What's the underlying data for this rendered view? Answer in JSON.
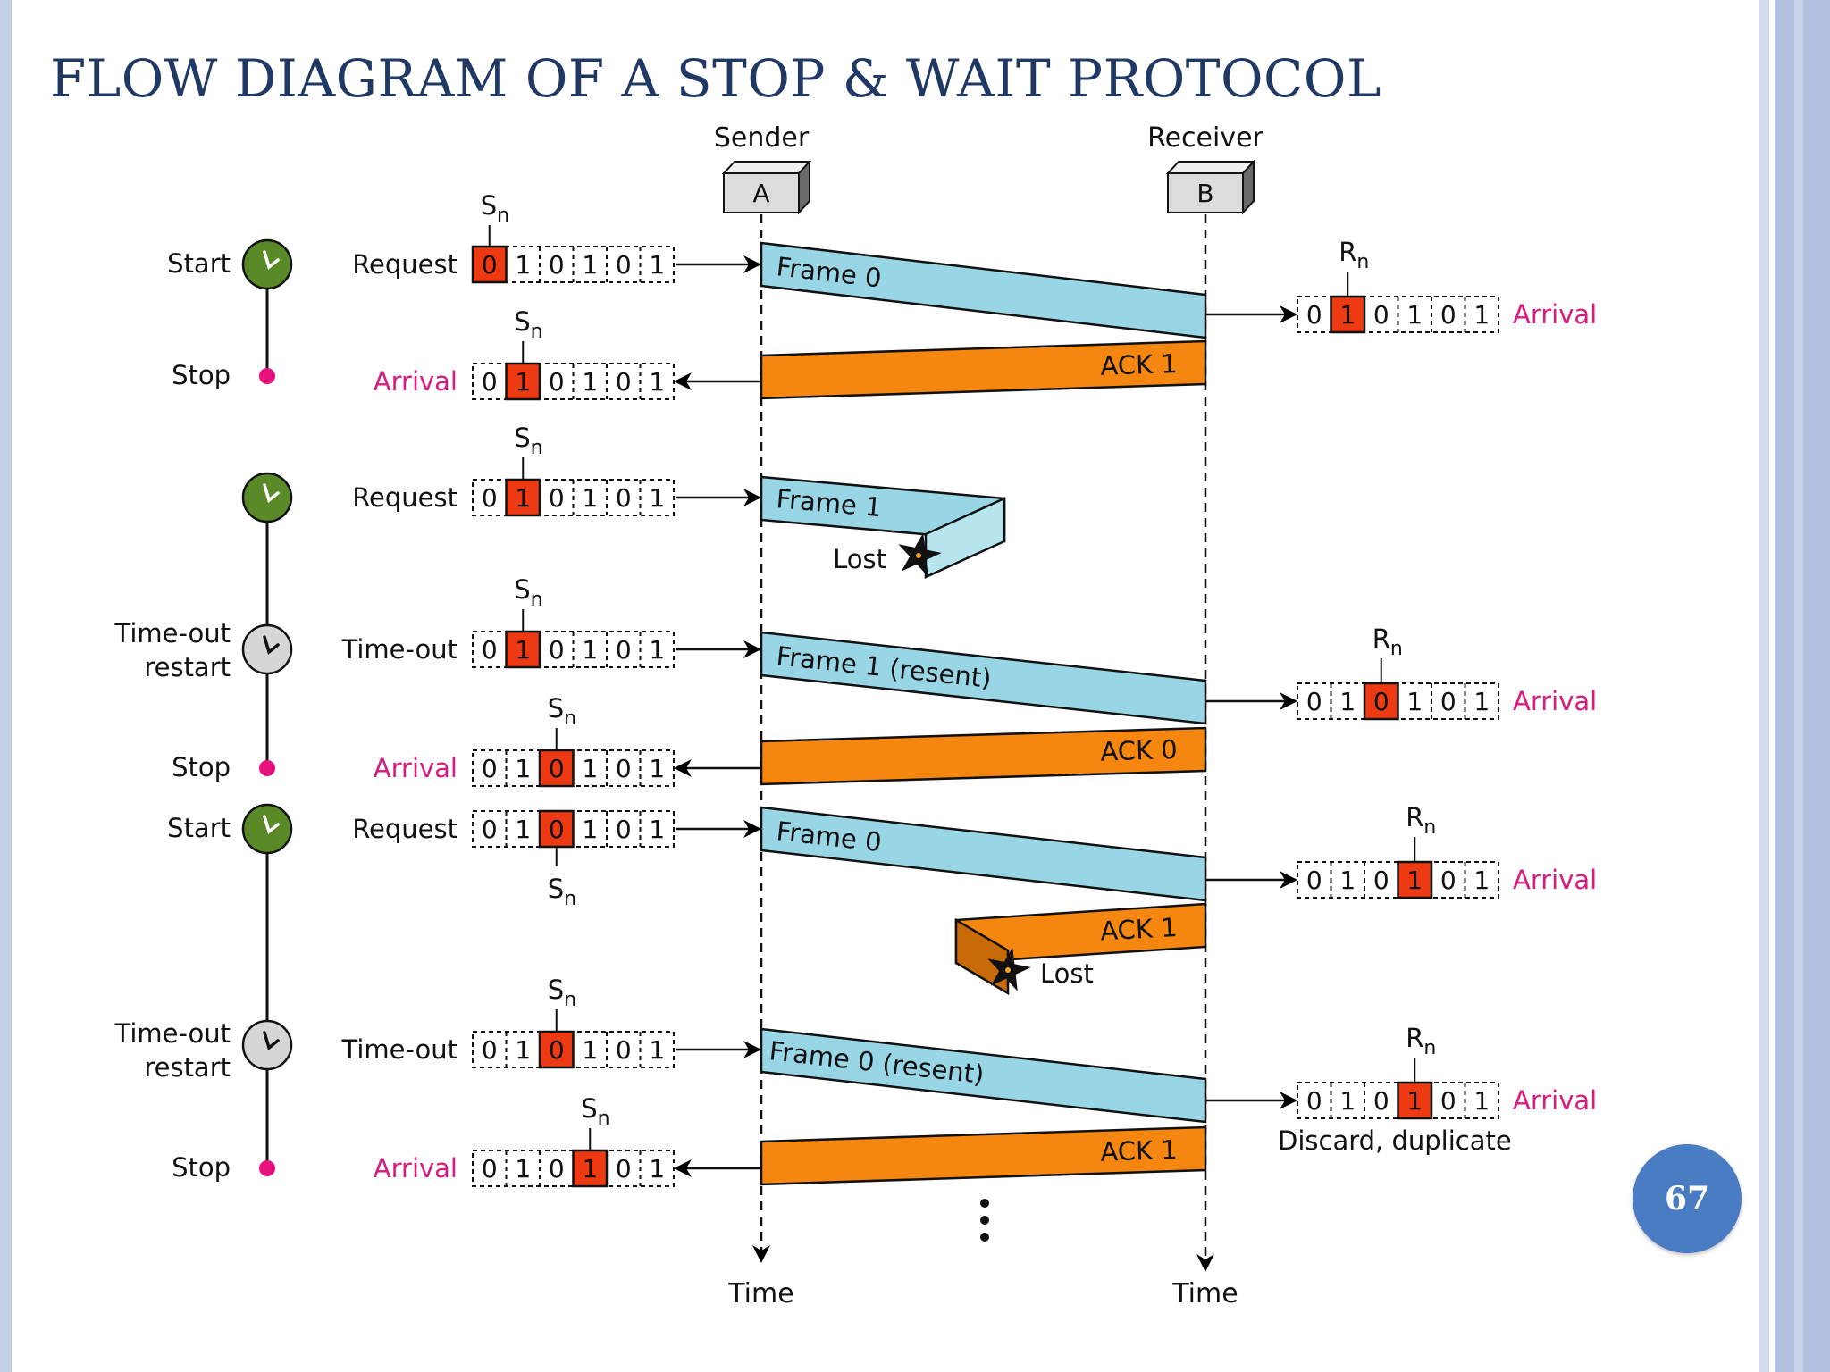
{
  "title": "FLOW DIAGRAM OF A STOP & WAIT PROTOCOL",
  "page_number": "67",
  "colors": {
    "title": "#1f3864",
    "frame": "#98d6e6",
    "ack": "#f5860f",
    "highlight_cell": "#ee3a12",
    "arrival_text": "#d81b7e",
    "clock_active": "#5a8a28",
    "clock_timeout": "#d6d6d6",
    "stop_dot": "#e8127c",
    "page_badge": "#4a7cc4"
  },
  "sender": {
    "label": "Sender",
    "box": "A"
  },
  "receiver": {
    "label": "Receiver",
    "box": "B"
  },
  "time_label": "Time",
  "var_sender": "S",
  "var_receiver": "R",
  "subscript": "n",
  "clock_labels": [
    {
      "text": "Start"
    },
    {
      "text": "Stop"
    },
    {
      "text": "Time-out"
    },
    {
      "text": "restart"
    },
    {
      "text": "Start"
    },
    {
      "text": "Stop"
    },
    {
      "text": "Time-out"
    },
    {
      "text": "restart"
    },
    {
      "text": "Stop"
    }
  ],
  "sender_events": [
    {
      "label": "Request",
      "kind": "request",
      "bits": [
        "0",
        "1",
        "0",
        "1",
        "0",
        "1"
      ],
      "highlight": 0
    },
    {
      "label": "Arrival",
      "kind": "arrival",
      "bits": [
        "0",
        "1",
        "0",
        "1",
        "0",
        "1"
      ],
      "highlight": 1
    },
    {
      "label": "Request",
      "kind": "request",
      "bits": [
        "0",
        "1",
        "0",
        "1",
        "0",
        "1"
      ],
      "highlight": 1
    },
    {
      "label": "Time-out",
      "kind": "request",
      "bits": [
        "0",
        "1",
        "0",
        "1",
        "0",
        "1"
      ],
      "highlight": 1
    },
    {
      "label": "Arrival",
      "kind": "arrival",
      "bits": [
        "0",
        "1",
        "0",
        "1",
        "0",
        "1"
      ],
      "highlight": 2
    },
    {
      "label": "Request",
      "kind": "request",
      "bits": [
        "0",
        "1",
        "0",
        "1",
        "0",
        "1"
      ],
      "highlight": 2
    },
    {
      "label": "Time-out",
      "kind": "request",
      "bits": [
        "0",
        "1",
        "0",
        "1",
        "0",
        "1"
      ],
      "highlight": 2
    },
    {
      "label": "Arrival",
      "kind": "arrival",
      "bits": [
        "0",
        "1",
        "0",
        "1",
        "0",
        "1"
      ],
      "highlight": 3
    }
  ],
  "receiver_events": [
    {
      "label": "Arrival",
      "bits": [
        "0",
        "1",
        "0",
        "1",
        "0",
        "1"
      ],
      "highlight": 1
    },
    {
      "label": "Arrival",
      "bits": [
        "0",
        "1",
        "0",
        "1",
        "0",
        "1"
      ],
      "highlight": 2
    },
    {
      "label": "Arrival",
      "bits": [
        "0",
        "1",
        "0",
        "1",
        "0",
        "1"
      ],
      "highlight": 3
    },
    {
      "label": "Arrival",
      "bits": [
        "0",
        "1",
        "0",
        "1",
        "0",
        "1"
      ],
      "highlight": 3
    }
  ],
  "transmissions": [
    {
      "label": "Frame 0",
      "kind": "frame"
    },
    {
      "label": "ACK 1",
      "kind": "ack"
    },
    {
      "label": "Frame 1",
      "kind": "frame",
      "lost": true
    },
    {
      "label": "Frame 1 (resent)",
      "kind": "frame"
    },
    {
      "label": "ACK 0",
      "kind": "ack"
    },
    {
      "label": "Frame 0",
      "kind": "frame"
    },
    {
      "label": "ACK 1",
      "kind": "ack",
      "lost": true
    },
    {
      "label": "Frame 0 (resent)",
      "kind": "frame"
    },
    {
      "label": "ACK 1",
      "kind": "ack"
    }
  ],
  "lost_label": "Lost",
  "discard_note": "Discard, duplicate"
}
